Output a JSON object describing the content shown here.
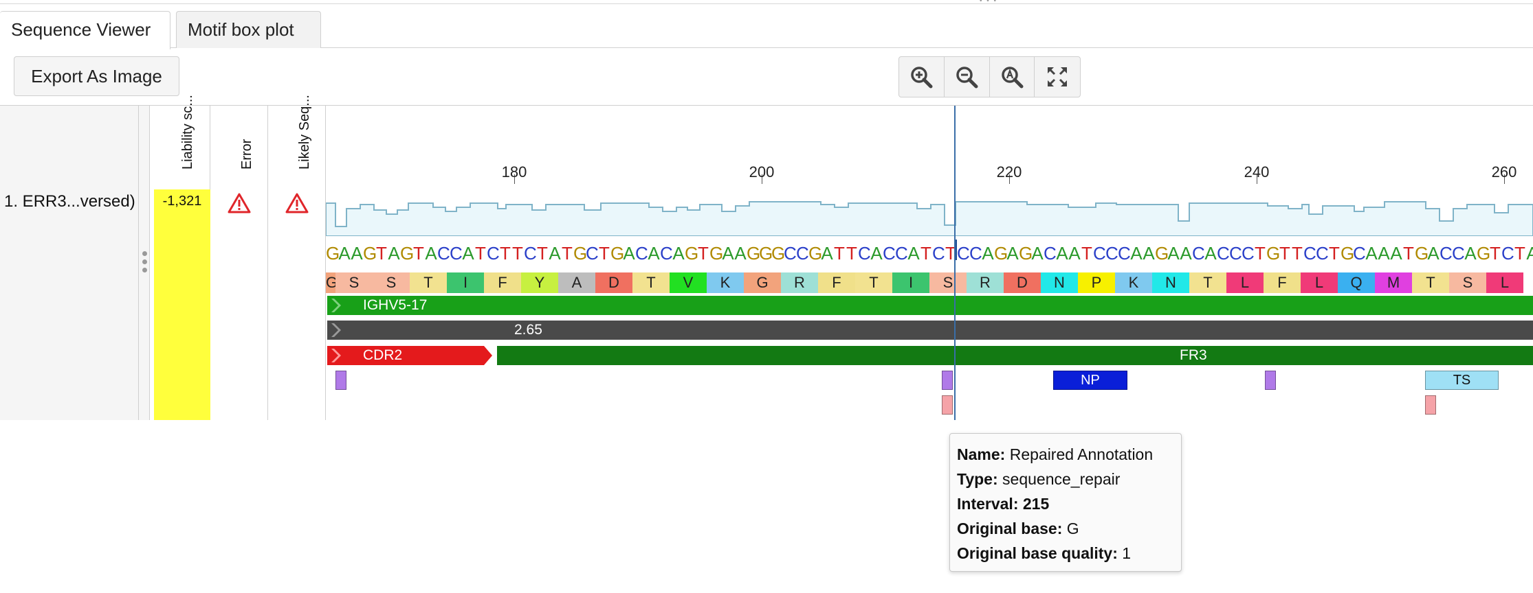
{
  "tabs": [
    {
      "label": "Sequence Viewer",
      "active": true
    },
    {
      "label": "Motif box plot",
      "active": false
    }
  ],
  "toolbar": {
    "export_label": "Export As Image",
    "zoom_icons": [
      "zoom-in-icon",
      "zoom-out-icon",
      "zoom-reset-icon",
      "fullscreen-icon"
    ]
  },
  "columns": {
    "liability_header": "Liability sc...",
    "error_header": "Error",
    "likely_header": "Likely Seq..."
  },
  "row": {
    "name": "1. ERR3...versed)",
    "liability_value": "-1,321",
    "error_icon": "warning-triangle-icon",
    "likely_icon": "warning-triangle-icon"
  },
  "ruler": {
    "labels": [
      "180",
      "200",
      "220",
      "240",
      "260"
    ]
  },
  "sequence": {
    "nucleotides": "GAAGTAGTACCATCTTCTATGCTGACACAGTGAAGGGCCGATTCACCATCTCCAGAGACAATCCCAAGAACACCCTGTTCCTGCAAATGACCAGTCTA",
    "amino_acids": [
      "G",
      "S",
      "S",
      "T",
      "I",
      "F",
      "Y",
      "A",
      "D",
      "T",
      "V",
      "K",
      "G",
      "R",
      "F",
      "T",
      "I",
      "S",
      "R",
      "D",
      "N",
      "P",
      "K",
      "N",
      "T",
      "L",
      "F",
      "L",
      "Q",
      "M",
      "T",
      "S",
      "L"
    ]
  },
  "annotations": {
    "germline": "IGHV5-17",
    "score": "2.65",
    "cdr2": "CDR2",
    "fr3": "FR3",
    "np": "NP",
    "ts": "TS"
  },
  "colors": {
    "A": "#2b9a2b",
    "C": "#2a3fc9",
    "G": "#b08a00",
    "T": "#d42020",
    "liability": "#ffff3c",
    "germline": "#18a018",
    "cdr": "#e41a1c",
    "framework": "#137a13"
  },
  "tooltip": {
    "name_label": "Name:",
    "name_value": "Repaired Annotation",
    "type_label": "Type:",
    "type_value": "sequence_repair",
    "interval_label": "Interval:",
    "interval_value": "215",
    "orig_base_label": "Original base:",
    "orig_base_value": "G",
    "orig_quality_label": "Original base quality:",
    "orig_quality_value": "1"
  }
}
